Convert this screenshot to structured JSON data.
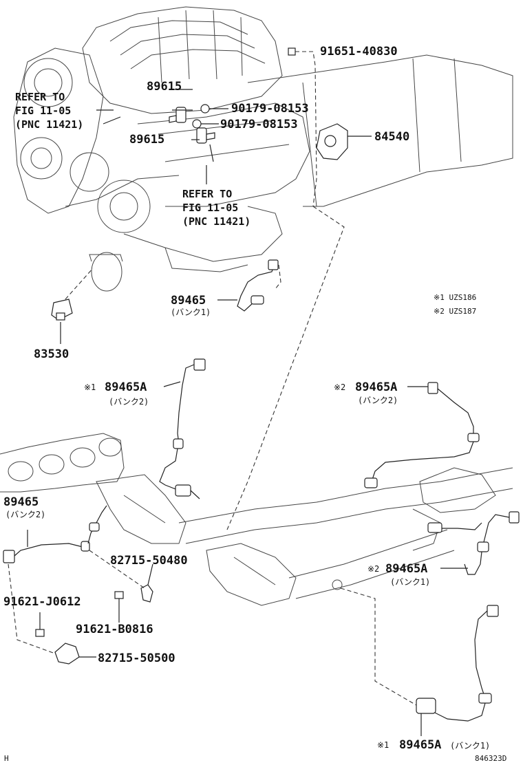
{
  "labels": {
    "p91651": "91651-40830",
    "p89615_top": "89615",
    "p90179_a": "90179-08153",
    "p90179_b": "90179-08153",
    "p89615_mid": "89615",
    "p84540": "84540",
    "ref1_line1": "REFER TO",
    "ref1_line2": "FIG 11-05",
    "ref1_line3": "(PNC 11421)",
    "ref2_line1": "REFER TO",
    "ref2_line2": "FIG 11-05",
    "ref2_line3": "(PNC 11421)",
    "p89465_center": "89465",
    "p89465_center_sub": "(バンク1)",
    "p83530": "83530",
    "note1": "※1  UZS186",
    "note2": "※2  UZS187",
    "p89465A_1_mark": "※1",
    "p89465A_1": "89465A",
    "p89465A_1_sub": "(バンク2)",
    "p89465A_2_mark": "※2",
    "p89465A_2": "89465A",
    "p89465A_2_sub": "(バンク2)",
    "p89465_left": "89465",
    "p89465_left_sub": "(バンク2)",
    "p82715_50480": "82715-50480",
    "p89465A_3_mark": "※2",
    "p89465A_3": "89465A",
    "p89465A_3_sub": "(バンク1)",
    "p91621_J": "91621-J0612",
    "p91621_B": "91621-B0816",
    "p82715_50500": "82715-50500",
    "p89465A_4_mark": "※1",
    "p89465A_4": "89465A",
    "p89465A_4_sub": "(バンク1)",
    "corner_h": "H",
    "diagram_id": "846323D"
  }
}
